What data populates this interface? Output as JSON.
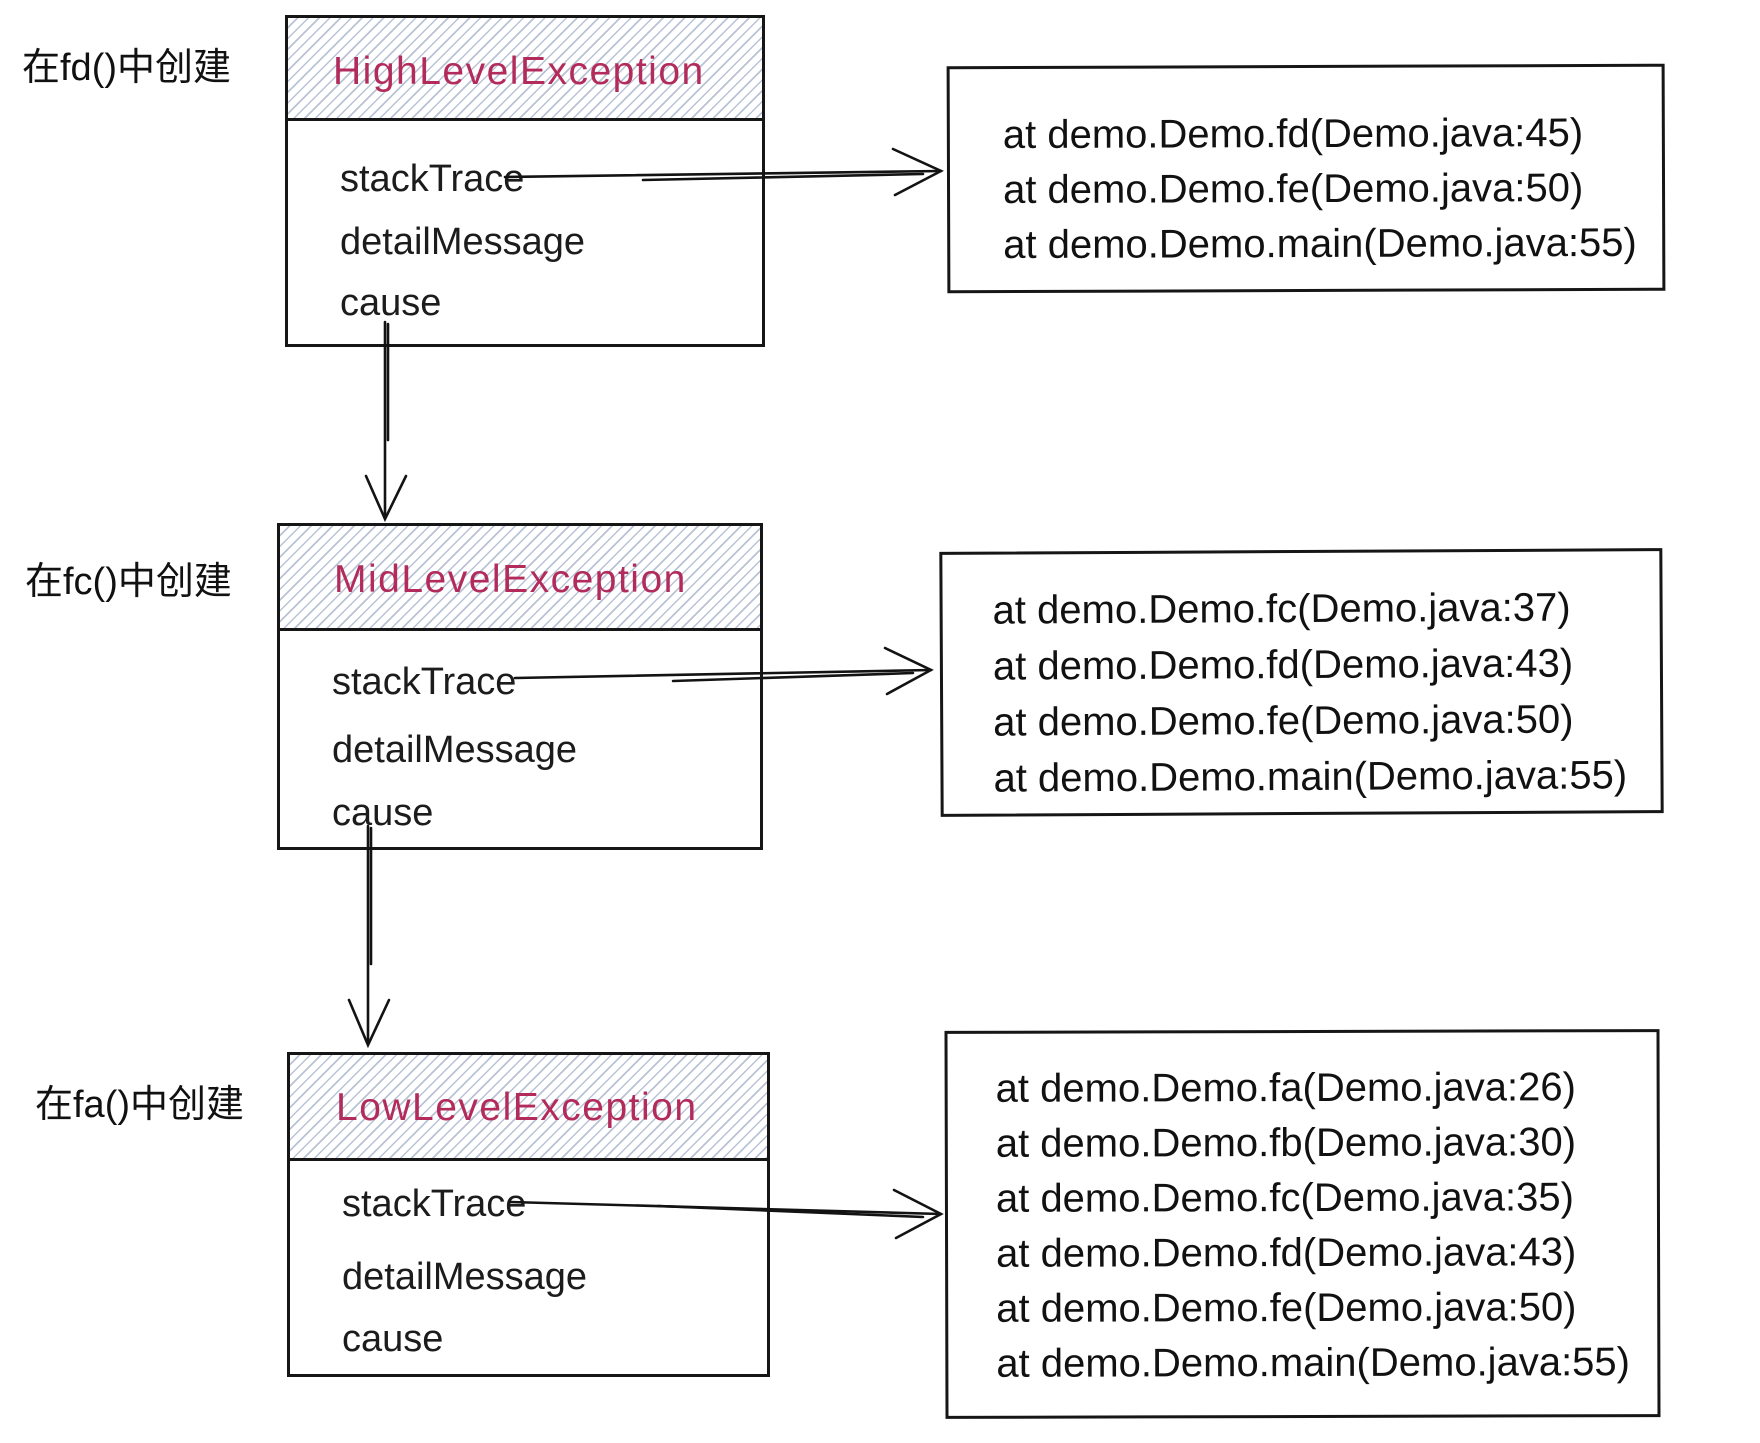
{
  "diagram_title": "exception-cause-chain-diagram",
  "colors": {
    "accent_title": "#b22b5b",
    "hatch": "#b9c3d6",
    "ink": "#161616",
    "background": "#ffffff"
  },
  "sections": [
    {
      "id": "high",
      "created_label": "在fd()中创建",
      "class_name": "HighLevelException",
      "fields": [
        "stackTrace",
        "detailMessage",
        "cause"
      ],
      "stack_trace": [
        "at demo.Demo.fd(Demo.java:45)",
        "at demo.Demo.fe(Demo.java:50)",
        "at demo.Demo.main(Demo.java:55)"
      ]
    },
    {
      "id": "mid",
      "created_label": "在fc()中创建",
      "class_name": "MidLevelException",
      "fields": [
        "stackTrace",
        "detailMessage",
        "cause"
      ],
      "stack_trace": [
        "at demo.Demo.fc(Demo.java:37)",
        "at demo.Demo.fd(Demo.java:43)",
        "at demo.Demo.fe(Demo.java:50)",
        "at demo.Demo.main(Demo.java:55)"
      ]
    },
    {
      "id": "low",
      "created_label": "在fa()中创建",
      "class_name": "LowLevelException",
      "fields": [
        "stackTrace",
        "detailMessage",
        "cause"
      ],
      "stack_trace": [
        "at demo.Demo.fa(Demo.java:26)",
        "at demo.Demo.fb(Demo.java:30)",
        "at demo.Demo.fc(Demo.java:35)",
        "at demo.Demo.fd(Demo.java:43)",
        "at demo.Demo.fe(Demo.java:50)",
        "at demo.Demo.main(Demo.java:55)"
      ]
    }
  ]
}
